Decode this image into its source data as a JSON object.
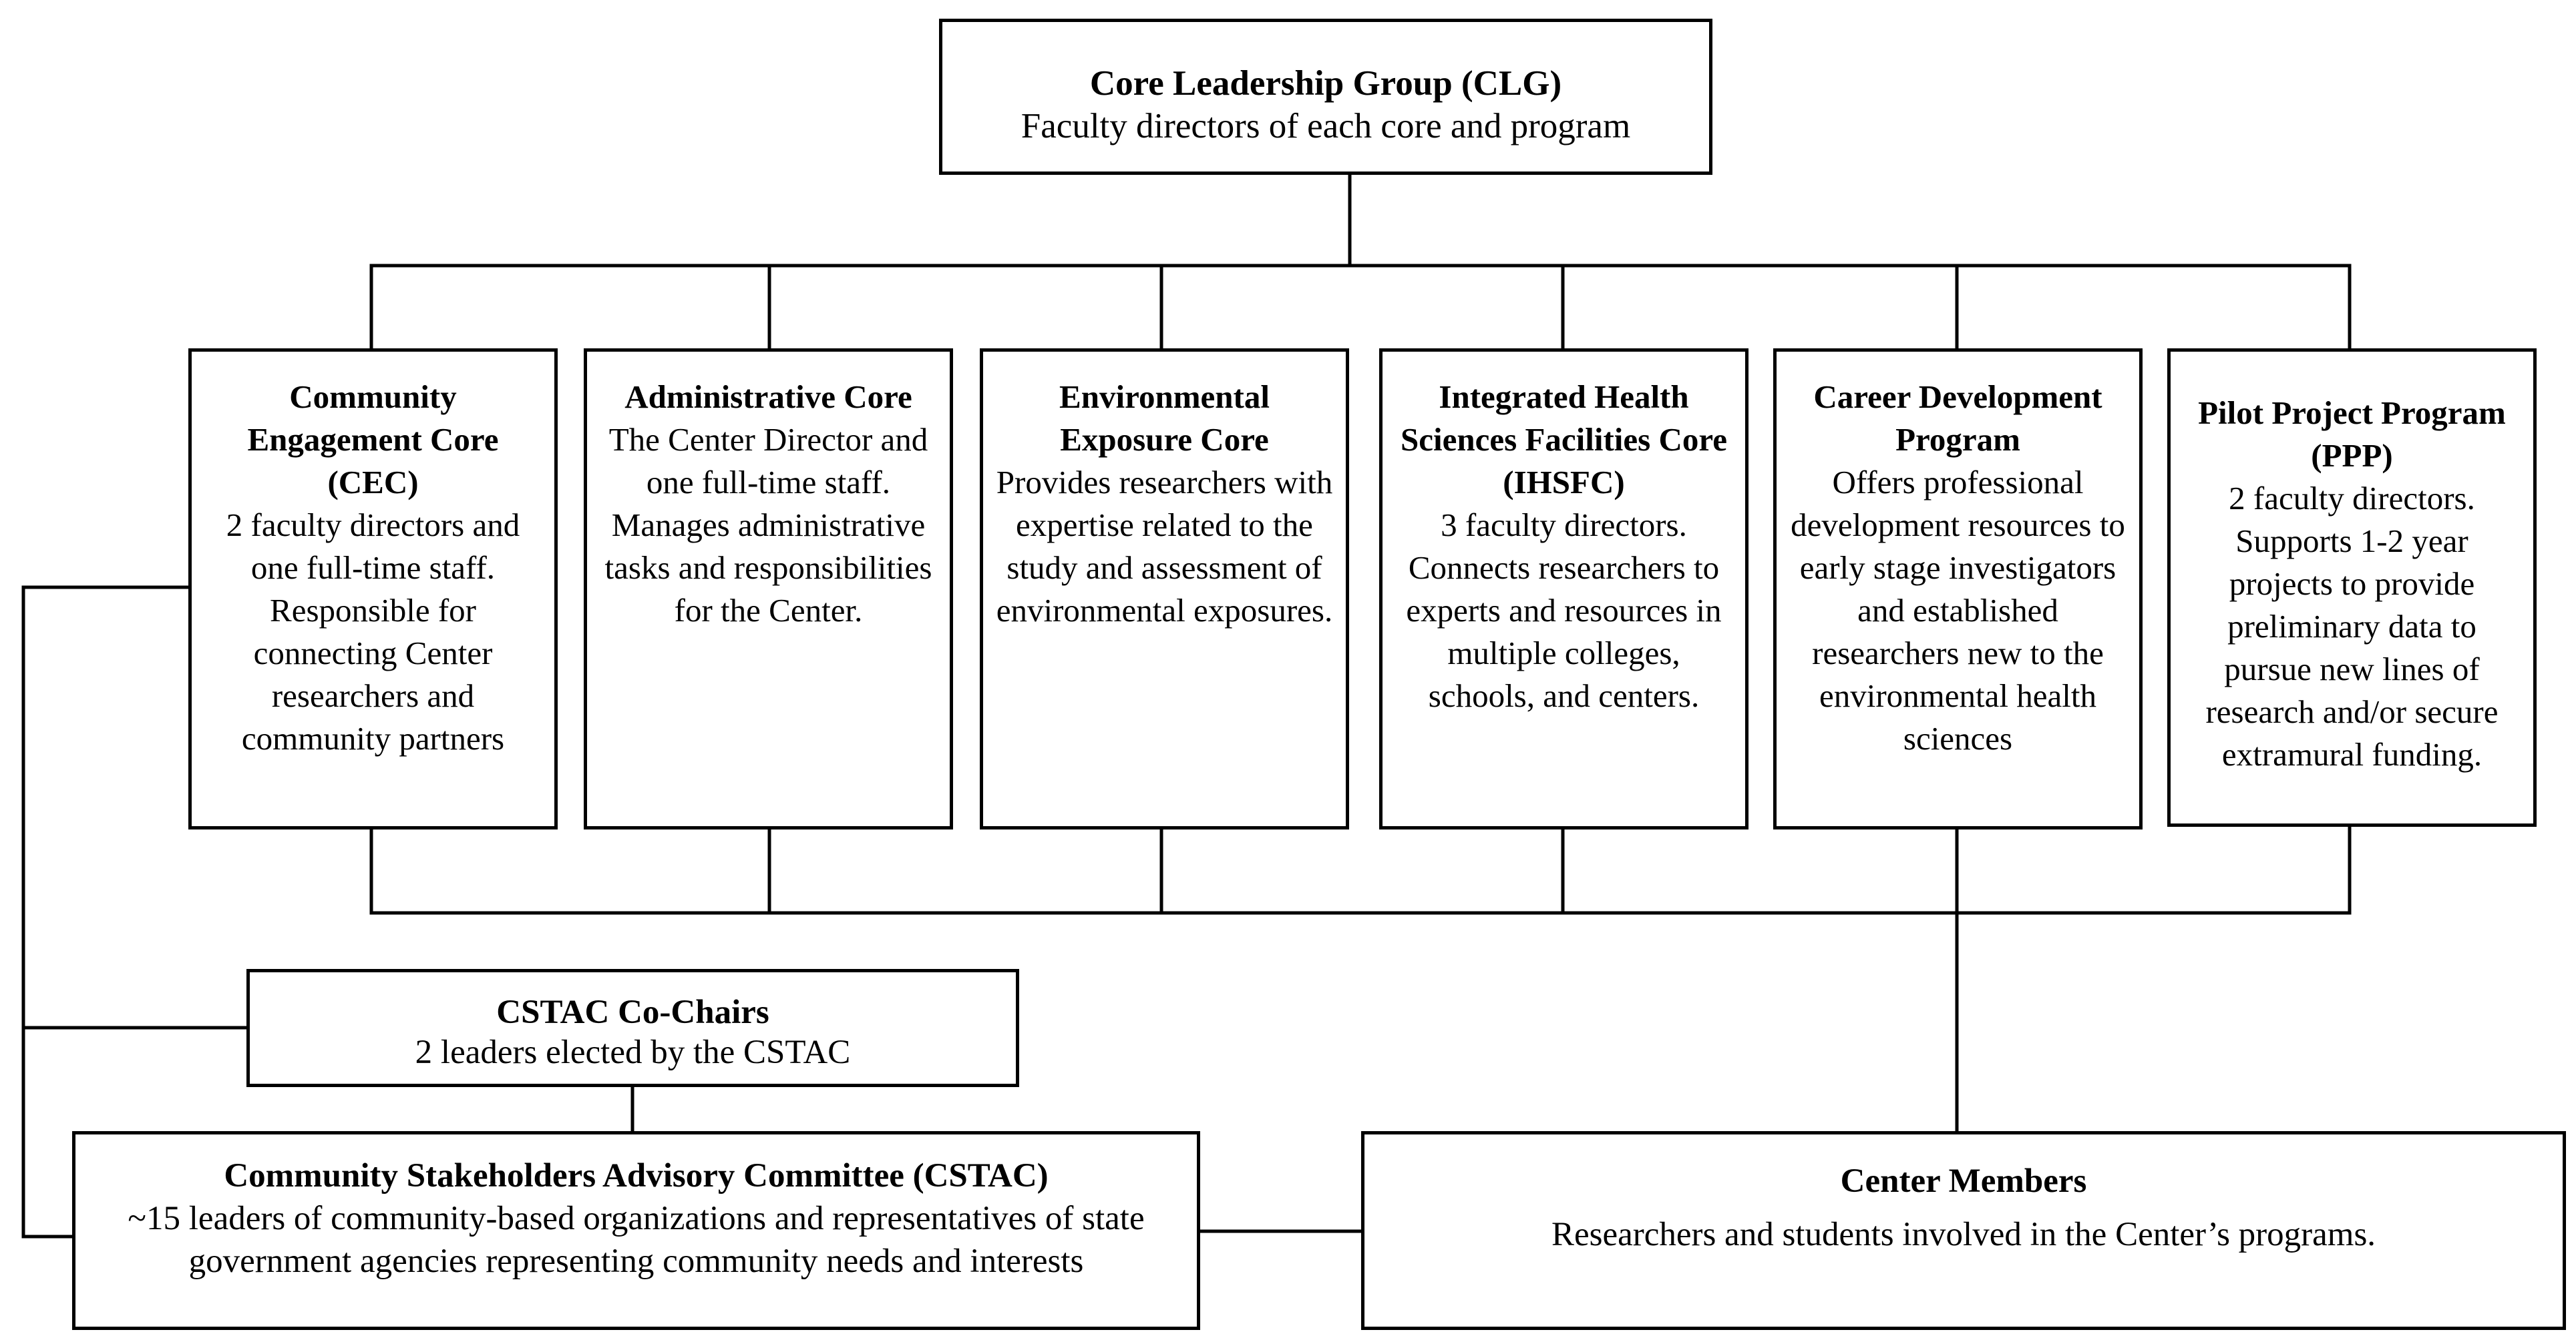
{
  "clg": {
    "title": "Core Leadership Group (CLG)",
    "desc": "Faculty directors of each core and program"
  },
  "cores": [
    {
      "title": "Community Engagement Core (CEC)",
      "desc": "2 faculty directors and one full-time staff. Responsible for connecting Center researchers and community partners"
    },
    {
      "title": "Administrative Core",
      "desc": "The Center Director and one full-time staff. Manages administrative tasks and responsibilities for the Center."
    },
    {
      "title": "Environmental Exposure Core",
      "desc": "Provides researchers with expertise related to the study and assessment of environmental exposures."
    },
    {
      "title": "Integrated Health Sciences Facilities Core (IHSFC)",
      "desc": "3 faculty directors. Connects researchers to experts and resources in multiple colleges, schools, and centers."
    },
    {
      "title": "Career Development Program",
      "desc": "Offers professional development resources to early stage investigators and established researchers new to the environmental health sciences"
    },
    {
      "title": "Pilot Project Program (PPP)",
      "desc": "2 faculty directors. Supports 1-2 year projects to provide preliminary data to pursue new lines of research and/or secure extramural funding."
    }
  ],
  "cochairs": {
    "title": "CSTAC Co-Chairs",
    "desc": "2 leaders elected by the CSTAC"
  },
  "cstac": {
    "title": "Community Stakeholders Advisory Committee (CSTAC)",
    "desc": "~15 leaders of community-based organizations and representatives of state government agencies representing community needs and interests"
  },
  "members": {
    "title": "Center Members",
    "desc": "Researchers and students involved in the Center’s programs."
  }
}
